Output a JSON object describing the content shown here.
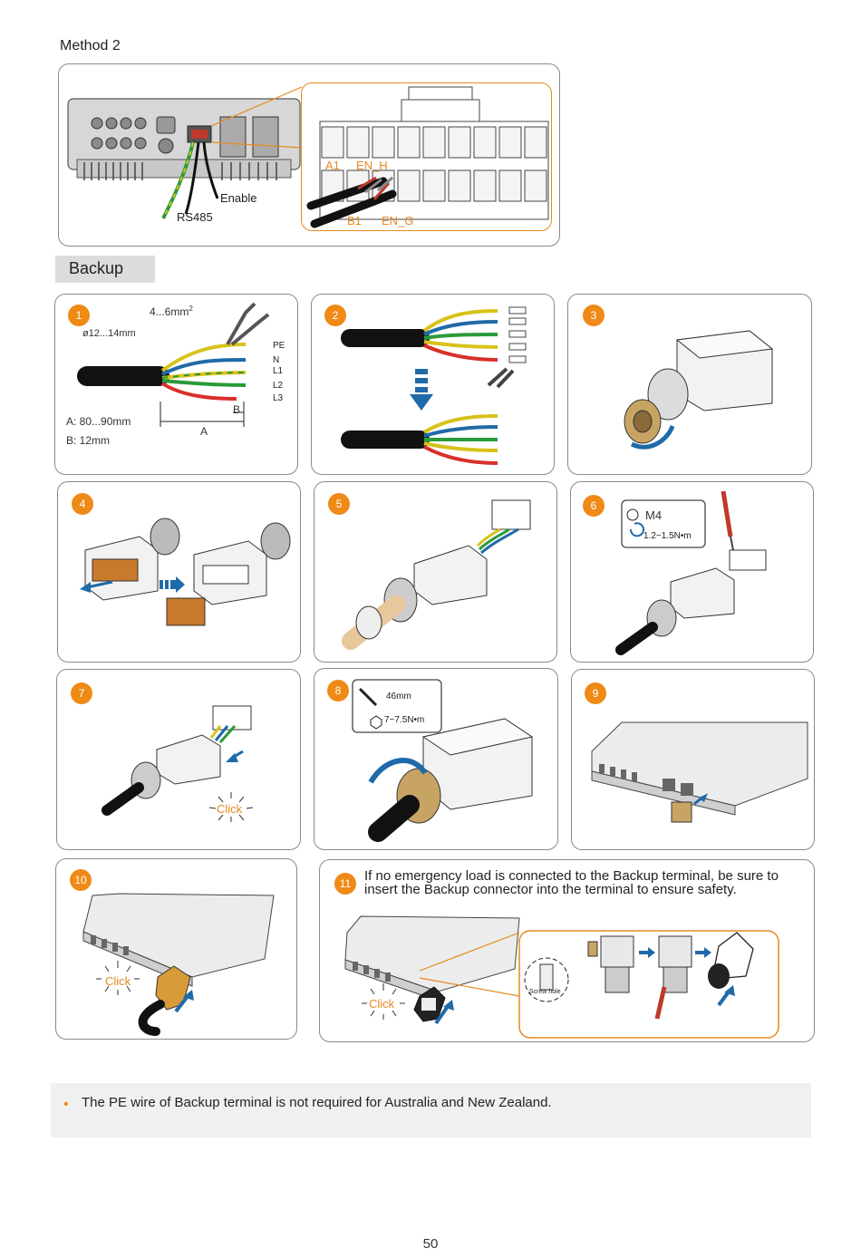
{
  "method": {
    "title": "Method 2",
    "rs485": "RS485",
    "enable": "Enable",
    "a1": "A1",
    "en_h": "EN_H",
    "b1": "B1",
    "en_g": "EN_G"
  },
  "section": {
    "title": "Backup"
  },
  "steps": {
    "s1": {
      "num": "1",
      "wire_size": "4...6mm",
      "wire_size_sup": "2",
      "diameter": "ø12...14mm",
      "pe": "PE",
      "n": "N",
      "l1": "L1",
      "l2": "L2",
      "l3": "L3",
      "b_mark": "B",
      "a_mark": "A",
      "a_spec": "A: 80...90mm",
      "b_spec": "B: 12mm"
    },
    "s2": {
      "num": "2"
    },
    "s3": {
      "num": "3"
    },
    "s4": {
      "num": "4"
    },
    "s5": {
      "num": "5"
    },
    "s6": {
      "num": "6",
      "screw": "M4",
      "torque": "1.2~1.5N•m"
    },
    "s7": {
      "num": "7",
      "click": "Click"
    },
    "s8": {
      "num": "8",
      "wrench": "46mm",
      "torque": "7~7.5N•m"
    },
    "s9": {
      "num": "9"
    },
    "s10": {
      "num": "10",
      "click": "Click"
    },
    "s11": {
      "num": "11",
      "text": "If no emergency load is connected to the Backup terminal, be sure to insert the Backup connector into the terminal to ensure safety.",
      "click": "Click",
      "screw_hole": "Screw hole"
    }
  },
  "note": {
    "text": "The PE wire of Backup terminal is not required for Australia and  New Zealand."
  },
  "page": {
    "number": "50"
  },
  "colors": {
    "accent": "#ef8a17",
    "border": "#8a8a8a",
    "yellow": "#d8c21a",
    "blue": "#1f6aa8",
    "green": "#2a9a3a",
    "red": "#d8302a"
  }
}
